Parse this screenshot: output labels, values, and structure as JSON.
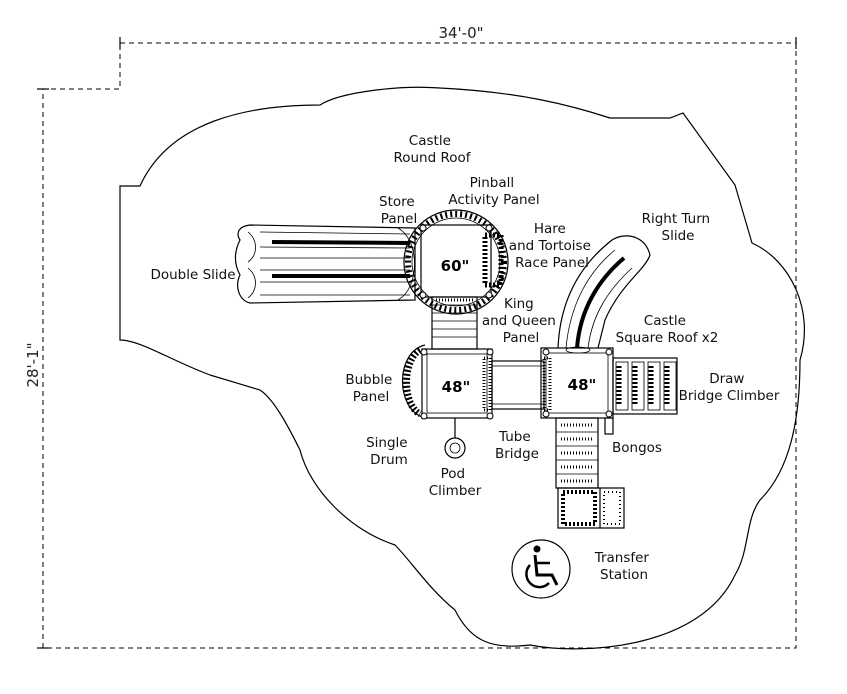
{
  "dimensions": {
    "width": "34'-0\"",
    "height": "28'-1\""
  },
  "platforms": {
    "top": "60\"",
    "left": "48\"",
    "right": "48\""
  },
  "labels": {
    "castle_round_roof": [
      "Castle",
      "Round Roof"
    ],
    "pinball_panel": [
      "Pinball",
      "Activity Panel"
    ],
    "store_panel": [
      "Store",
      "Panel"
    ],
    "hare_tortoise": [
      "Hare",
      "and Tortoise",
      "Race Panel"
    ],
    "right_turn_slide": [
      "Right Turn",
      "Slide"
    ],
    "double_slide": [
      "Double Slide"
    ],
    "king_queen": [
      "King",
      "and Queen",
      "Panel"
    ],
    "castle_square_roof": [
      "Castle",
      "Square Roof x2"
    ],
    "bubble_panel": [
      "Bubble",
      "Panel"
    ],
    "draw_bridge": [
      "Draw",
      "Bridge Climber"
    ],
    "single_drum": [
      "Single",
      "Drum"
    ],
    "tube_bridge": [
      "Tube",
      "Bridge"
    ],
    "bongos": [
      "Bongos"
    ],
    "pod_climber": [
      "Pod",
      "Climber"
    ],
    "transfer_station": [
      "Transfer",
      "Station"
    ]
  },
  "icons": {
    "accessibility": "wheelchair-icon"
  }
}
